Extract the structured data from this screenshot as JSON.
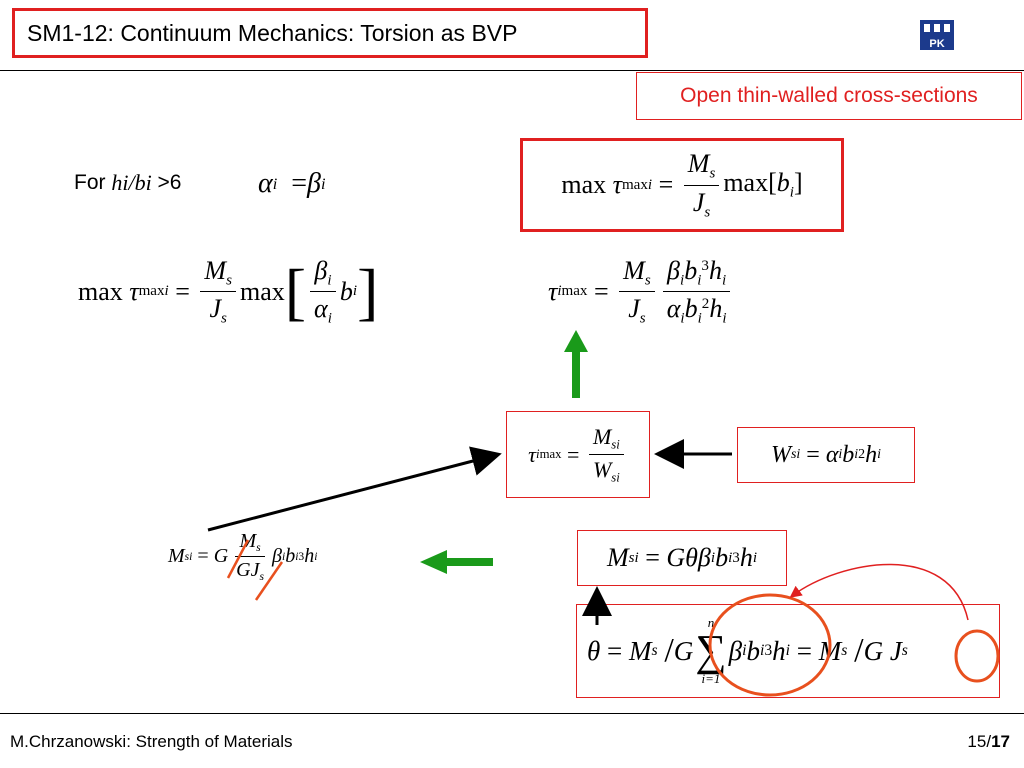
{
  "title": "SM1-12: Continuum Mechanics: Torsion as BVP",
  "subtitle": "Open thin-walled cross-sections",
  "condition": {
    "prefix": "For",
    "ratio": "hi/bi",
    "rest": ">6"
  },
  "footer": {
    "author": "M.Chrzanowski: Strength of Materials",
    "page": "15",
    "total": "17"
  },
  "colors": {
    "accent_red": "#e02020",
    "arrow_green": "#1a9a1a",
    "ellipse_orange": "#e8501e"
  },
  "logo": {
    "icon": "university-logo-icon",
    "text": "PK"
  }
}
